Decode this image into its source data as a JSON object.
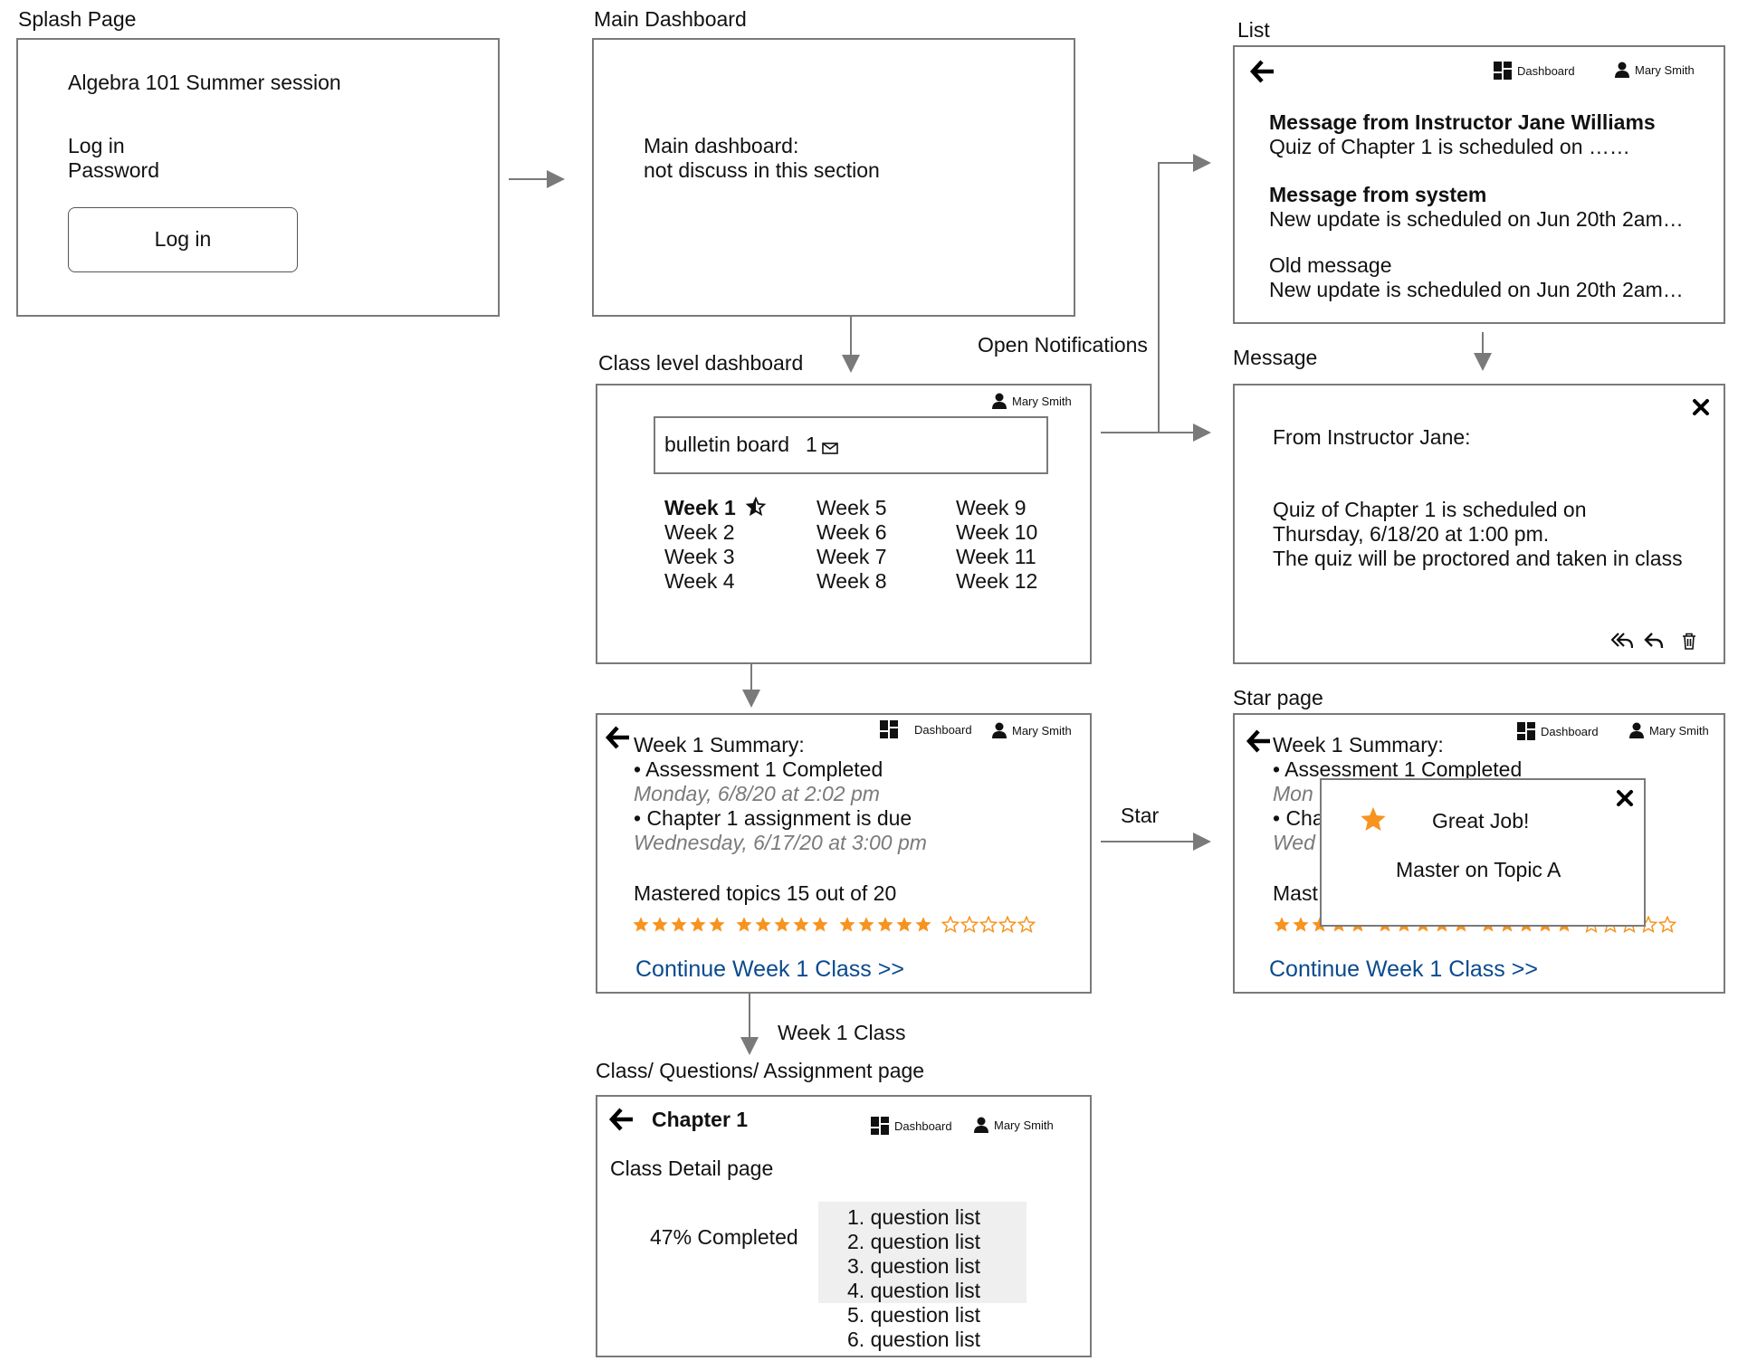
{
  "frames": {
    "splash": {
      "title": "Splash Page",
      "app_name": "Algebra 101 Summer session",
      "login_label": "Log in",
      "password_label": "Password",
      "login_button": "Log in"
    },
    "main_dashboard": {
      "title": "Main Dashboard",
      "line1": "Main dashboard:",
      "line2": "not discuss in this section"
    },
    "class_dashboard": {
      "title": "Class level dashboard",
      "user": "Mary Smith",
      "bulletin_label": "bulletin board",
      "bulletin_count": "1",
      "weeks": [
        "Week 1",
        "Week 2",
        "Week 3",
        "Week 4",
        "Week 5",
        "Week 6",
        "Week 7",
        "Week 8",
        "Week 9",
        "Week 10",
        "Week 11",
        "Week 12"
      ]
    },
    "list": {
      "title": "List",
      "dashboard": "Dashboard",
      "user": "Mary Smith",
      "messages": [
        {
          "heading": "Message from Instructor Jane Williams",
          "body": "Quiz of Chapter 1 is scheduled on ……"
        },
        {
          "heading": "Message from system",
          "body": "New update is scheduled on Jun 20th 2am…"
        },
        {
          "heading": "Old message",
          "body": "New update is scheduled on Jun 20th 2am…"
        }
      ]
    },
    "message": {
      "title": "Message",
      "from": "From Instructor Jane:",
      "line1": "Quiz of Chapter 1 is scheduled on",
      "line2": "Thursday, 6/18/20 at 1:00 pm.",
      "line3": "The quiz will be proctored and taken in class"
    },
    "week_summary": {
      "dashboard": "Dashboard",
      "user": "Mary Smith",
      "heading": "Week 1 Summary:",
      "item1": "• Assessment 1 Completed",
      "item1_date": "Monday, 6/8/20 at 2:02 pm",
      "item2": "• Chapter 1 assignment is due",
      "item2_date": "Wednesday, 6/17/20 at 3:00 pm",
      "mastered": "Mastered topics 15 out of 20",
      "mastered_count": 15,
      "total_topics": 20,
      "continue": "Continue Week 1 Class >>"
    },
    "star_page": {
      "title": "Star page",
      "dashboard": "Dashboard",
      "user": "Mary Smith",
      "heading": "Week 1 Summary:",
      "item1": "• Assessment 1 Completed",
      "item1_partial": "Mon",
      "item2_partial": "• Cha",
      "item2_date_partial": "Wed",
      "mastered_partial": "Mast",
      "popup_title": "Great Job!",
      "popup_body": "Master on Topic A",
      "continue": "Continue Week 1 Class >>"
    },
    "class_page": {
      "title": "Class/ Questions/ Assignment page",
      "chapter": "Chapter 1",
      "dashboard": "Dashboard",
      "user": "Mary Smith",
      "detail": "Class Detail page",
      "completed": "47% Completed",
      "questions": [
        "1. question list",
        "2. question list",
        "3. question list",
        "4. question list",
        "5. question list",
        "6. question list"
      ]
    }
  },
  "connector_labels": {
    "open_notifications": "Open Notifications",
    "star": "Star",
    "week1_class": "Week 1 Class"
  },
  "colors": {
    "star_fill": "#f7931e",
    "link": "#0a4a8e",
    "border": "#7a7a7a"
  }
}
